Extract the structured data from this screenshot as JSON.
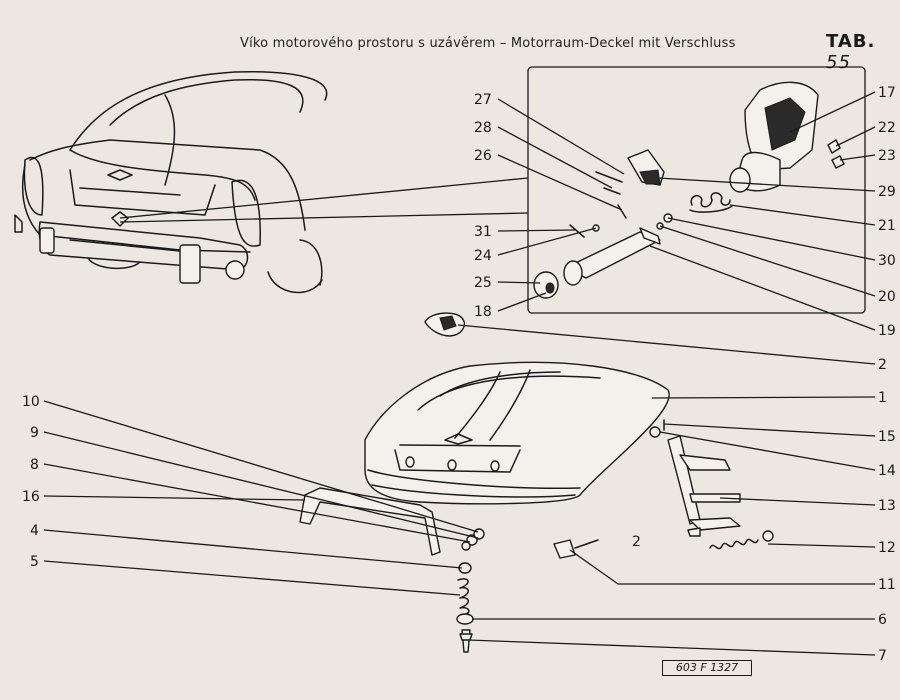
{
  "header": {
    "title": "Víko motorového prostoru s uzávěrem – Motorraum-Deckel mit Verschluss",
    "tab_prefix": "TAB.",
    "tab_number": "55"
  },
  "stamp": "603 F 1327",
  "parts": {
    "p1": "1",
    "p2a": "2",
    "p2b": "2",
    "p4": "4",
    "p5": "5",
    "p6": "6",
    "p7": "7",
    "p8": "8",
    "p9": "9",
    "p10": "10",
    "p11": "11",
    "p12": "12",
    "p13": "13",
    "p14": "14",
    "p15": "15",
    "p16": "16",
    "p17": "17",
    "p18": "18",
    "p19": "19",
    "p20": "20",
    "p21": "21",
    "p22": "22",
    "p23": "23",
    "p24": "24",
    "p25": "25",
    "p26": "26",
    "p27": "27",
    "p28": "28",
    "p29": "29",
    "p30": "30",
    "p31": "31"
  }
}
